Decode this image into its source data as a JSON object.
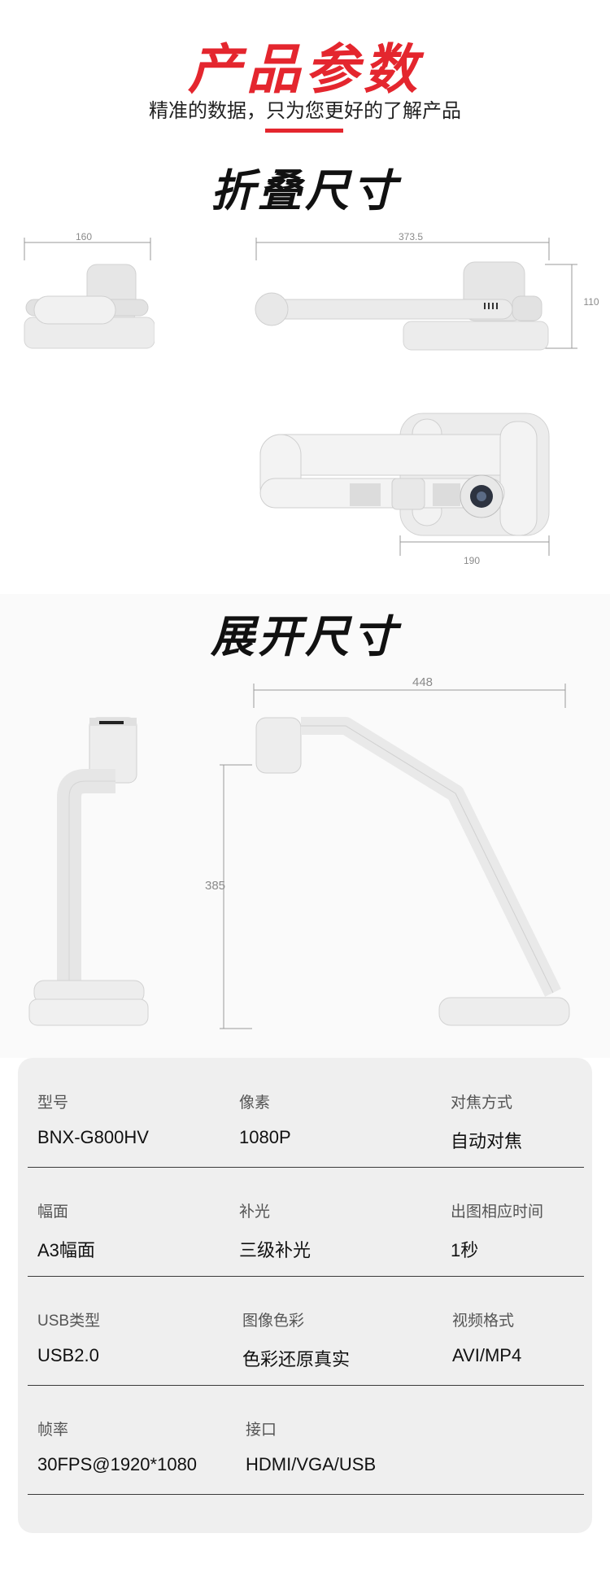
{
  "header": {
    "title": "产品参数",
    "subtitle": "精准的数据，只为您更好的了解产品"
  },
  "folded": {
    "title": "折叠尺寸",
    "dims": {
      "side_width": "160",
      "length": "373.5",
      "height": "110",
      "depth": "190"
    }
  },
  "unfolded": {
    "title": "展开尺寸",
    "dims": {
      "reach": "448",
      "height": "385"
    }
  },
  "specs": [
    [
      {
        "label": "型号",
        "value": "BNX-G800HV"
      },
      {
        "label": "像素",
        "value": "1080P"
      },
      {
        "label": "对焦方式",
        "value": "自动对焦"
      }
    ],
    [
      {
        "label": "幅面",
        "value": "A3幅面"
      },
      {
        "label": "补光",
        "value": "三级补光"
      },
      {
        "label": "出图相应时间",
        "value": "1秒"
      }
    ],
    [
      {
        "label": "USB类型",
        "value": "USB2.0"
      },
      {
        "label": "图像色彩",
        "value": "色彩还原真实"
      },
      {
        "label": "视频格式",
        "value": "AVI/MP4"
      }
    ],
    [
      {
        "label": "帧率",
        "value": "30FPS@1920*1080"
      },
      {
        "label": "接口",
        "value": "HDMI/VGA/USB"
      }
    ]
  ],
  "colors": {
    "accent": "#e4262e",
    "panel": "#efefef"
  }
}
